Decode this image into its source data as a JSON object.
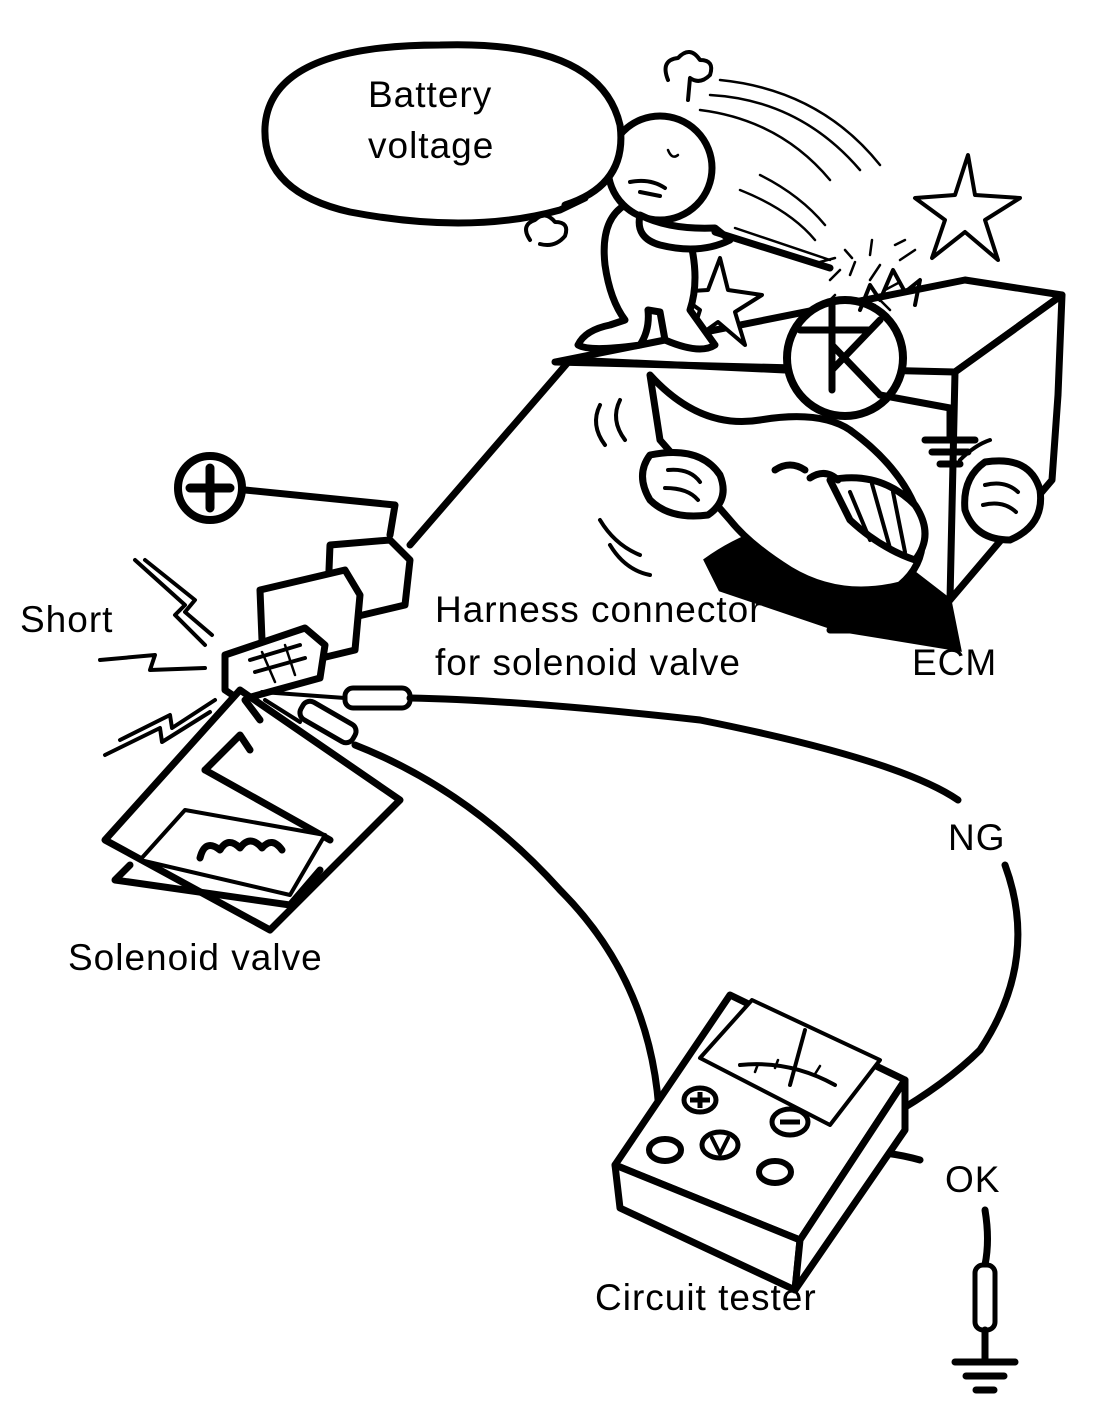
{
  "labels": {
    "battery_voltage_line1": "Battery",
    "battery_voltage_line2": "voltage",
    "short": "Short",
    "harness_line1": "Harness connector",
    "harness_line2": "for solenoid valve",
    "ecm": "ECM",
    "ng": "NG",
    "solenoid_valve": "Solenoid valve",
    "ok": "OK",
    "circuit_tester": "Circuit tester"
  },
  "icons": {
    "positive_terminal": "plus-in-circle-icon",
    "ground": "ground-symbol-icon",
    "short_spark": "lightning-bolt-icon",
    "meter_plus": "plus-icon",
    "meter_minus": "minus-icon",
    "meter_volt": "voltage-v-icon"
  },
  "colors": {
    "ink": "#000000",
    "paper": "#ffffff"
  }
}
